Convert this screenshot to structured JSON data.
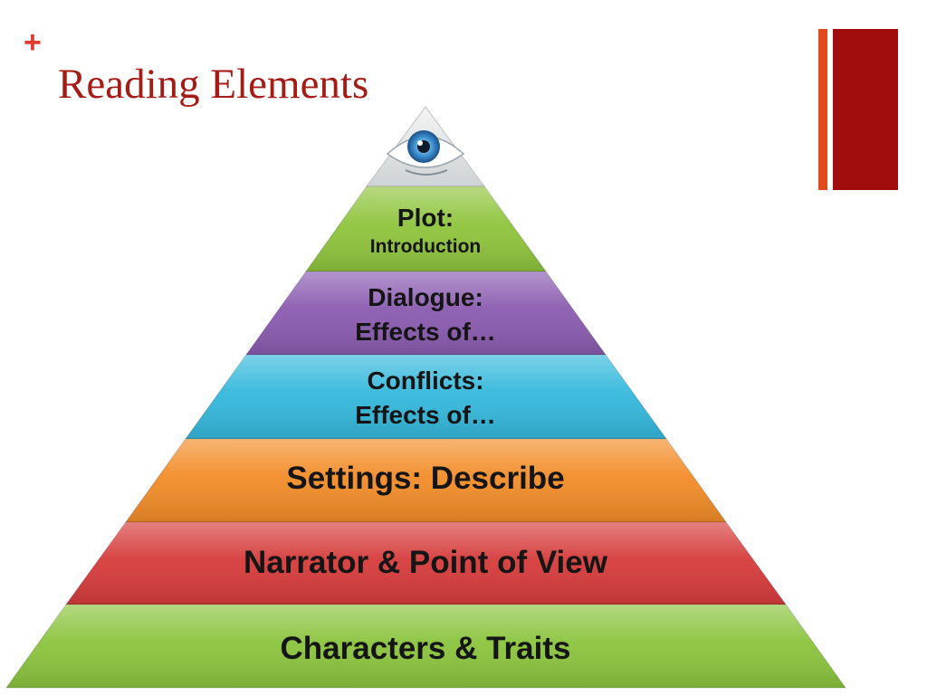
{
  "slide": {
    "plus_symbol": "+",
    "title": "Reading Elements"
  },
  "pyramid": {
    "top_icon": "eye-icon",
    "levels": [
      {
        "lines": [
          "Plot:",
          "Introduction"
        ],
        "color": "#8fc43c"
      },
      {
        "lines": [
          "Dialogue:",
          "Effects of…"
        ],
        "color": "#8a5bb0"
      },
      {
        "lines": [
          "Conflicts:",
          "Effects of…"
        ],
        "color": "#34b8dc"
      },
      {
        "lines": [
          "Settings: Describe"
        ],
        "color": "#f28c28"
      },
      {
        "lines": [
          "Narrator & Point of View"
        ],
        "color": "#d63b3b"
      },
      {
        "lines": [
          "Characters & Traits"
        ],
        "color": "#8bc43d"
      }
    ]
  },
  "colors": {
    "title": "#a51c16",
    "plus": "#e03b2c",
    "accent_thin": "#e24a1d",
    "accent_thick": "#a10c0c"
  }
}
